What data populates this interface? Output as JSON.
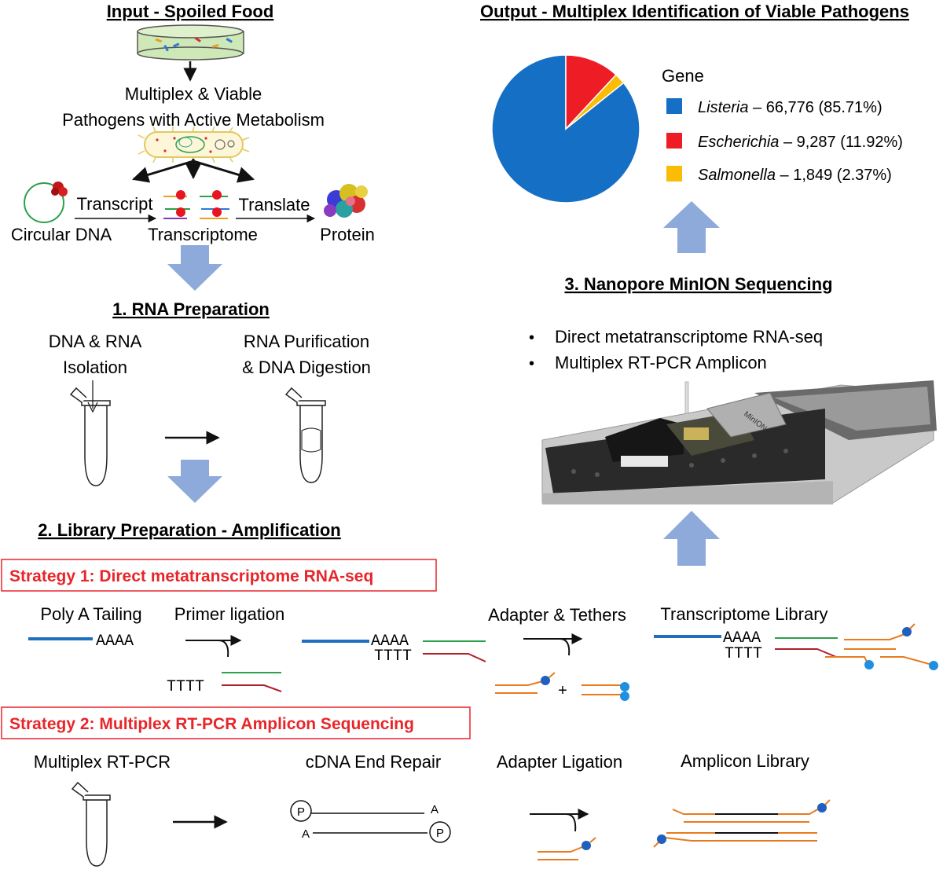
{
  "input": {
    "title": "Input - Spoiled Food",
    "line1": "Multiplex & Viable",
    "line2": "Pathogens with Active Metabolism",
    "transcript": "Transcript",
    "translate": "Translate",
    "circular_dna": "Circular DNA",
    "transcriptome": "Transcriptome",
    "protein": "Protein"
  },
  "rna_prep": {
    "title": "1. RNA Preparation",
    "left_line1": "DNA & RNA",
    "left_line2": "Isolation",
    "right_line1": "RNA Purification",
    "right_line2": "& DNA Digestion"
  },
  "library": {
    "title": "2. Library Preparation - Amplification",
    "strategy1": "Strategy 1: Direct metatranscriptome RNA-seq",
    "poly_a": "Poly A Tailing",
    "primer_ligation": "Primer ligation",
    "adapter_tethers": "Adapter & Tethers",
    "transcriptome_library": "Transcriptome Library",
    "aaaa": "AAAA",
    "tttt": "TTTT",
    "plus": "+",
    "strategy2": "Strategy 2: Multiplex RT-PCR Amplicon Sequencing",
    "multiplex_rtpcr": "Multiplex RT-PCR",
    "cdna_end_repair": "cDNA End Repair",
    "adapter_ligation": "Adapter Ligation",
    "amplicon_library": "Amplicon Library",
    "p": "P",
    "a": "A"
  },
  "sequencing": {
    "title": "3. Nanopore MinION Sequencing",
    "bullets": [
      "Direct metatranscriptome RNA-seq",
      "Multiplex RT-PCR Amplicon"
    ],
    "device_label": "MinION"
  },
  "output": {
    "title": "Output - Multiplex Identification of Viable Pathogens",
    "legend_title": "Gene"
  },
  "colors": {
    "arrow_fill": "#8eaadb",
    "strategy_red": "#e8262a",
    "dna_blue": "#1f6fbf",
    "strand_green": "#2ca04a",
    "strand_red": "#b0202a",
    "adapter_orange": "#e87b1e",
    "tether_blue": "#1f8fe0"
  },
  "chart_data": {
    "type": "pie",
    "title": "",
    "legend_title": "Gene",
    "legend_placement": "right",
    "slices": [
      {
        "name": "Listeria",
        "value": 66776,
        "label": "– 66,776 (85.71%)",
        "color": "#1570c5"
      },
      {
        "name": "Escherichia",
        "value": 9287,
        "label": "– 9,287 (11.92%)",
        "color": "#ee1c24"
      },
      {
        "name": "Salmonella",
        "value": 1849,
        "label": "– 1,849 (2.37%)",
        "color": "#fbbc05"
      }
    ]
  }
}
